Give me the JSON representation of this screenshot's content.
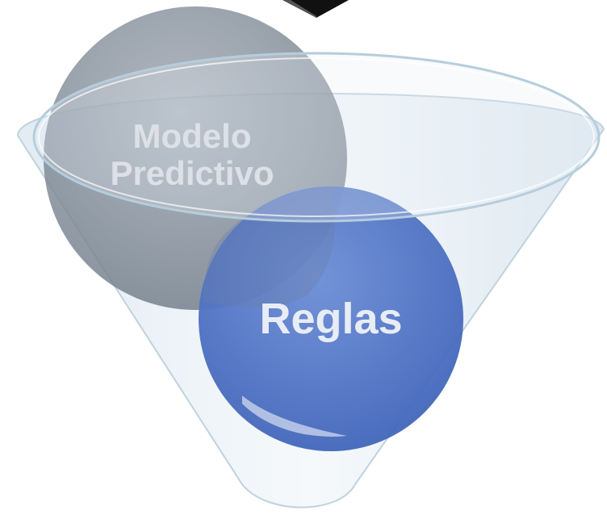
{
  "diagram": {
    "nodes": [
      {
        "id": "modelo-predictivo",
        "lines": [
          "Modelo",
          "Predictivo"
        ],
        "color": "#7d8794"
      },
      {
        "id": "reglas",
        "lines": [
          "Reglas"
        ],
        "color": "#4a6fc4"
      }
    ],
    "container": {
      "shape": "funnel",
      "color": "#c5d6e2"
    },
    "colors": {
      "funnel_fill": "#e9f0f5",
      "funnel_rim": "#b9cfdd",
      "modelo_circle": "#7d8794",
      "reglas_circle": "#4a6fc4",
      "connector": "#111111"
    }
  }
}
